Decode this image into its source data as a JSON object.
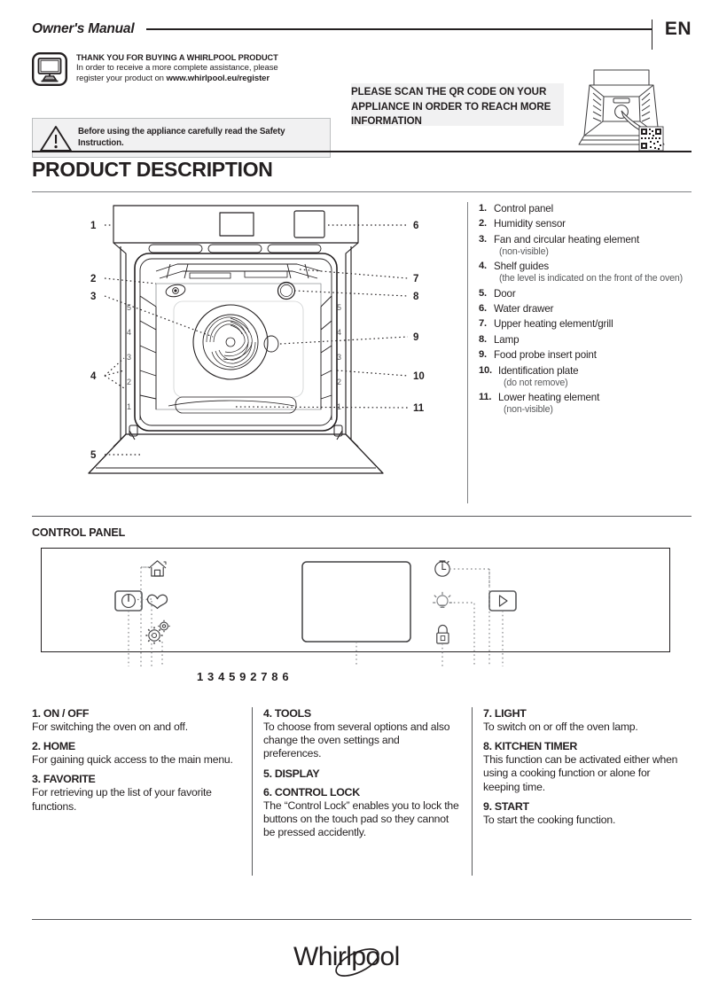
{
  "header": {
    "manual_title": "Owner's Manual",
    "language_code": "EN",
    "thanks_title": "THANK YOU FOR BUYING A WHIRLPOOL PRODUCT",
    "thanks_line1": "In order to receive a more complete assistance, please",
    "thanks_line2_prefix": "register your product on ",
    "thanks_url": "www.whirlpool.eu/register",
    "warning_text": "Before using the appliance carefully read the Safety Instruction.",
    "qr_notice": "PLEASE SCAN THE QR CODE ON YOUR APPLIANCE IN ORDER TO REACH MORE INFORMATION",
    "monitor_icon": "monitor-icon",
    "warning_icon": "warning-triangle-icon",
    "qr_thumb_icon": "oven-qr-code-illustration"
  },
  "section": {
    "title": "PRODUCT DESCRIPTION"
  },
  "oven_diagram": {
    "name": "oven-front-cutaway-illustration",
    "callouts_left": [
      "1",
      "2",
      "3",
      "4",
      "5"
    ],
    "callouts_right": [
      "6",
      "7",
      "8",
      "9",
      "10",
      "11"
    ],
    "shelf_levels": [
      "5",
      "4",
      "3",
      "2",
      "1"
    ]
  },
  "parts": [
    {
      "num": "1.",
      "label": "Control panel",
      "sub": ""
    },
    {
      "num": "2.",
      "label": "Humidity sensor",
      "sub": ""
    },
    {
      "num": "3.",
      "label": "Fan and circular heating element",
      "sub": "(non-visible)"
    },
    {
      "num": "4.",
      "label": "Shelf guides",
      "sub": "(the level is indicated on the front of the oven)"
    },
    {
      "num": "5.",
      "label": "Door",
      "sub": ""
    },
    {
      "num": "6.",
      "label": "Water drawer",
      "sub": ""
    },
    {
      "num": "7.",
      "label": "Upper heating element/grill",
      "sub": ""
    },
    {
      "num": "8.",
      "label": "Lamp",
      "sub": ""
    },
    {
      "num": "9.",
      "label": "Food probe insert point",
      "sub": ""
    },
    {
      "num": "10.",
      "label": "Identification plate",
      "sub": "(do not remove)"
    },
    {
      "num": "11.",
      "label": "Lower heating element",
      "sub": "(non-visible)"
    }
  ],
  "control_panel": {
    "title": "CONTROL PANEL",
    "callout_numbers": "1 3 4 5 9 2 7 8 6",
    "icons": [
      "power-button-icon",
      "home-icon",
      "heart-favorite-icon",
      "tools-gear-icon",
      "display-screen",
      "kitchen-timer-icon",
      "light-bulb-icon",
      "control-lock-padlock-icon",
      "start-play-icon"
    ]
  },
  "descriptions": {
    "col1": [
      {
        "head": "1. ON / OFF",
        "body": "For switching the oven on and off."
      },
      {
        "head": "2. HOME",
        "body": "For gaining quick access to the main menu."
      },
      {
        "head": "3. FAVORITE",
        "body": "For retrieving up the list of your favorite functions."
      }
    ],
    "col2": [
      {
        "head": "4. TOOLS",
        "body": "To choose from several options and also change the oven settings and preferences."
      },
      {
        "head": "5. DISPLAY",
        "body": ""
      },
      {
        "head": "6. CONTROL LOCK",
        "body": "The “Control Lock” enables you to lock the buttons on the touch pad so they cannot be pressed accidently."
      }
    ],
    "col3": [
      {
        "head": "7. LIGHT",
        "body": "To switch on or off the oven lamp."
      },
      {
        "head": "8. KITCHEN TIMER",
        "body": "This function can be activated either when using a cooking function or alone for keeping time."
      },
      {
        "head": "9. START",
        "body": "To start the cooking function."
      }
    ]
  },
  "footer": {
    "brand": "Whirlpool",
    "logo_icon": "whirlpool-logo"
  },
  "colors": {
    "text": "#231f20",
    "muted": "#58595b",
    "rule": "#808285",
    "panel_bg": "#f1f1f2",
    "panel_border": "#bcbec0"
  }
}
